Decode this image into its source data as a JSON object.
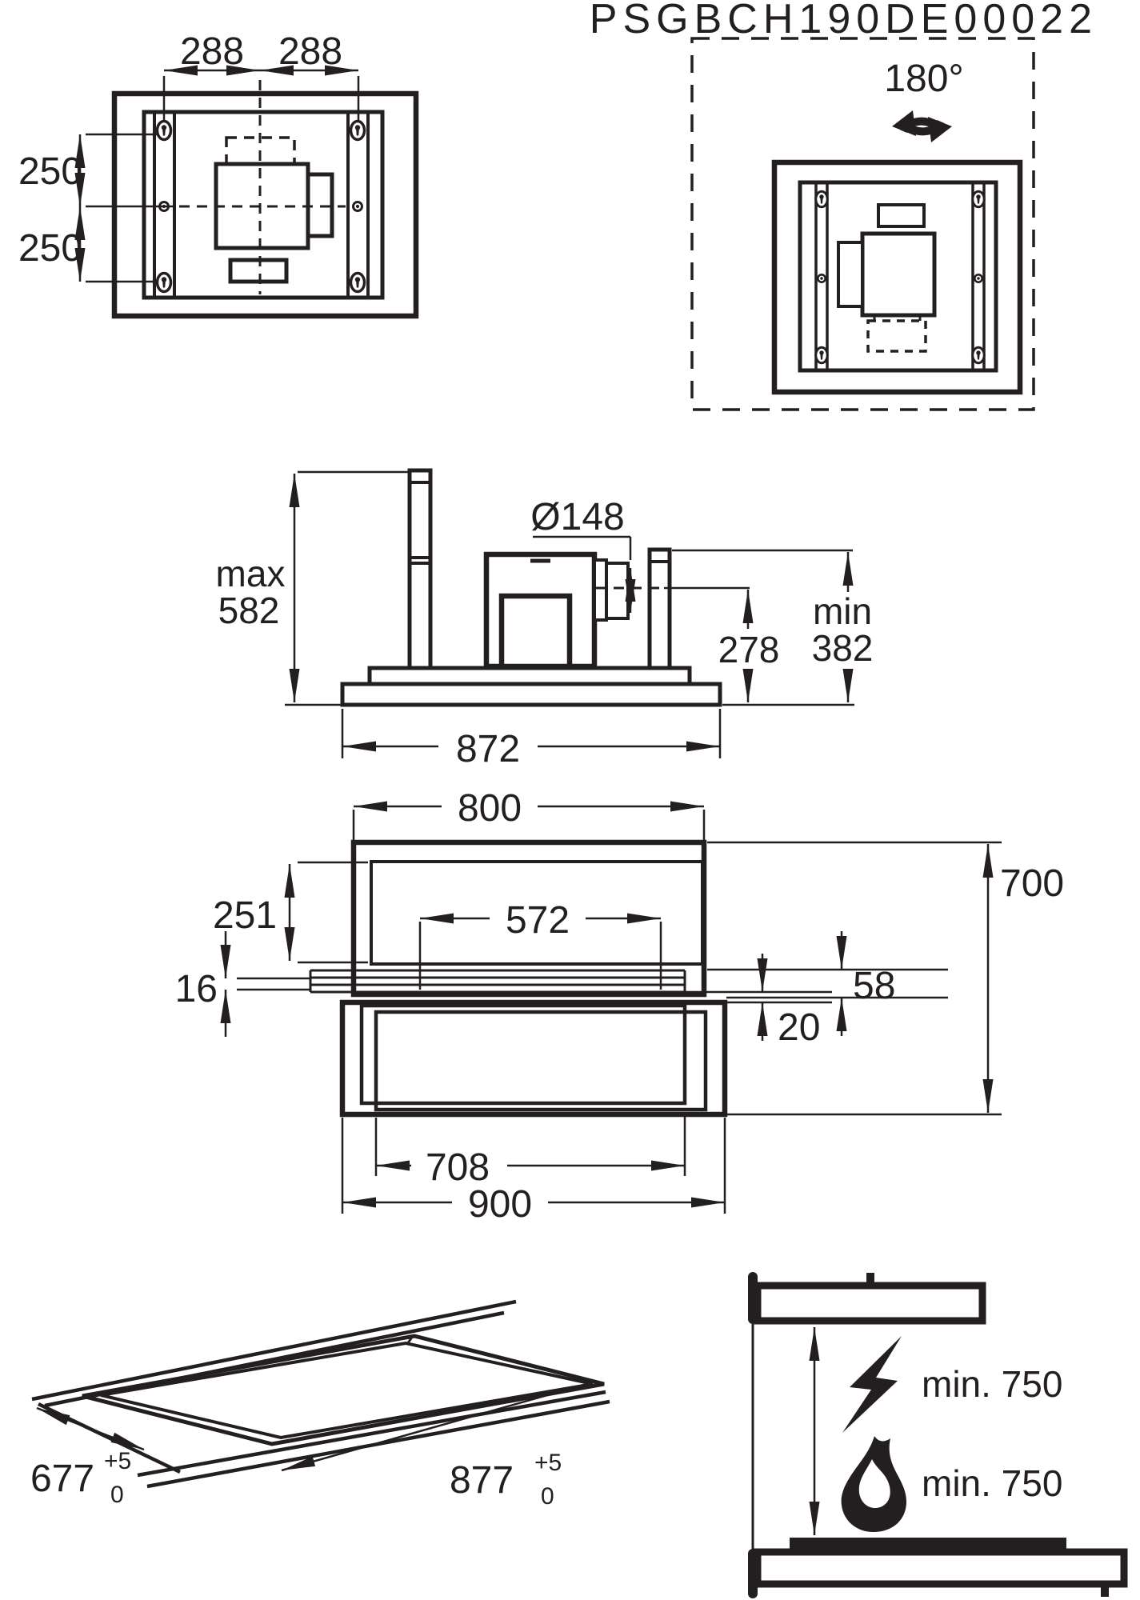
{
  "title_code": "PSGBCH190DE00022",
  "colors": {
    "ink": "#231f20",
    "background": "#ffffff"
  },
  "icons": {
    "rotation": "circular-arrows",
    "electric": "lightning-bolt",
    "gas": "flame"
  },
  "top_view": {
    "dim_h_left": "288",
    "dim_h_right": "288",
    "dim_v_top": "250",
    "dim_v_bottom": "250"
  },
  "rotated_view": {
    "rotation": "180°"
  },
  "side_view": {
    "max_label": "max",
    "max_value": "582",
    "duct_diameter": "Ø148",
    "center_height": "278",
    "min_label": "min",
    "min_value": "382",
    "base_width": "872"
  },
  "front_view": {
    "top_width": "800",
    "glass_height": "251",
    "panel_thickness": "16",
    "filter_width": "572",
    "side_gap": "58",
    "bottom_gap": "20",
    "height": "700",
    "inner_width": "708",
    "total_width": "900"
  },
  "cutout_view": {
    "depth": "677",
    "depth_tol_plus": "+5",
    "depth_tol_zero": "0",
    "width": "877",
    "width_tol_plus": "+5",
    "width_tol_zero": "0"
  },
  "clearance_view": {
    "electric_clearance": "min. 750",
    "gas_clearance": "min. 750"
  }
}
